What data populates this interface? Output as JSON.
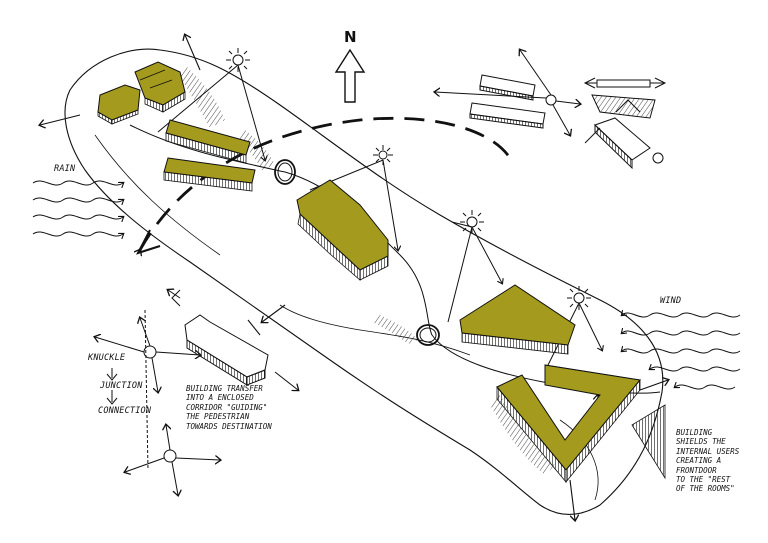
{
  "compass": {
    "label": "N"
  },
  "climate": {
    "rain_label": "RAIN",
    "wind_label": "WIND"
  },
  "legend": {
    "knuckle": "KNUCKLE",
    "junction": "JUNCTION",
    "connection": "CONNECTION"
  },
  "notes": {
    "transfer": [
      "BUILDING TRANSFER",
      "INTO A ENCLOSED",
      "CORRIDOR \"GUIDING\"",
      "THE PEDESTRIAN",
      "TOWARDS DESTINATION"
    ],
    "shield": [
      "BUILDING",
      "SHIELDS THE",
      "INTERNAL USERS",
      "CREATING A",
      "FRONTDOOR",
      "TO THE \"REST",
      "OF THE ROOMS\""
    ]
  },
  "colors": {
    "building_fill": "#a39a1e",
    "ink": "#111111",
    "shadow": "#222222"
  }
}
